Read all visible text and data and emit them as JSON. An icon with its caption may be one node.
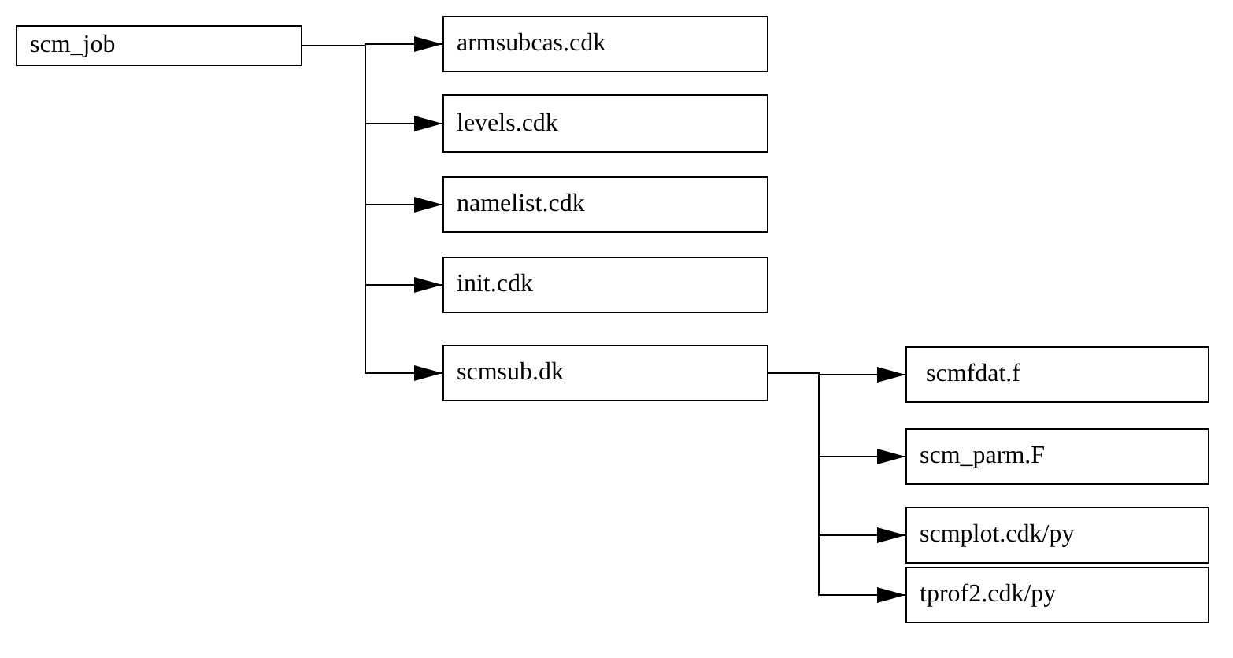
{
  "diagram": {
    "nodes": [
      {
        "text": [
          "scm_job"
        ]
      },
      {
        "text": [
          "armsubcas.cdk"
        ]
      },
      {
        "text": [
          "levels.cdk"
        ]
      },
      {
        "text": [
          "namelist.cdk"
        ]
      },
      {
        "text": [
          "init.cdk"
        ]
      },
      {
        "text": [
          "scmsub.dk"
        ]
      },
      {
        "text": [
          " scmfdat.f"
        ]
      },
      {
        "text": [
          "scm_parm.F"
        ]
      },
      {
        "text": [
          "scmplot.cdk/py"
        ]
      },
      {
        "text": [
          "tprof2.cdk/py"
        ]
      }
    ],
    "edges": [
      {
        "from": 0,
        "to": 1,
        "arrow": "to"
      },
      {
        "from": 0,
        "to": 2,
        "arrow": "to"
      },
      {
        "from": 0,
        "to": 3,
        "arrow": "to"
      },
      {
        "from": 0,
        "to": 4,
        "arrow": "to"
      },
      {
        "from": 0,
        "to": 5,
        "arrow": "to"
      },
      {
        "from": 5,
        "to": 6,
        "arrow": "to"
      },
      {
        "from": 5,
        "to": 7,
        "arrow": "to"
      },
      {
        "from": 5,
        "to": 8,
        "arrow": "to"
      },
      {
        "from": 5,
        "to": 9,
        "arrow": "to"
      }
    ]
  }
}
